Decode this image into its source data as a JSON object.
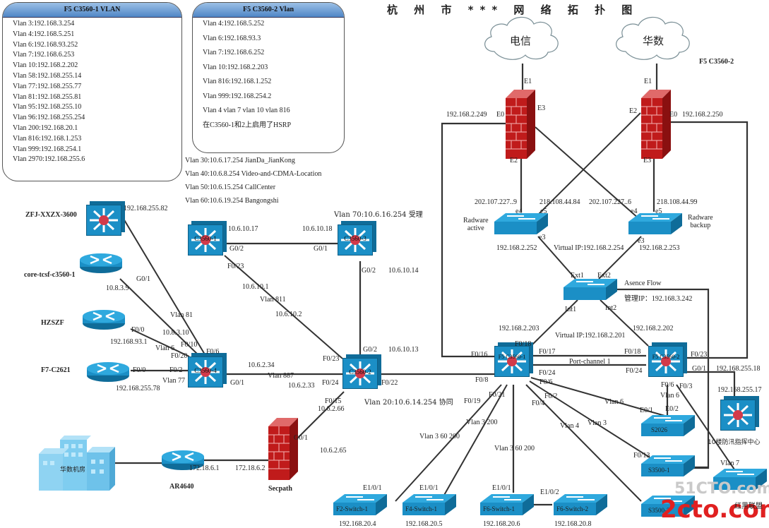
{
  "title": "杭 州 市 *** 网 络 拓 扑 图",
  "vlan_box_1": {
    "header": "F5 C3560-1  VLAN",
    "rows": [
      "Vlan 3:192.168.3.254",
      "Vlan 4:192.168.5.251",
      "Vlan 6:192.168.93.252",
      "Vlan 7:192.168.6.253",
      "Vlan 10:192.168.2.202",
      "Vlan 58:192.168.255.14",
      "Vlan 77:192.168.255.77",
      "Vlan 81:192.168.255.81",
      "Vlan 95:192.168.255.10",
      "Vlan 96:192.168.255.254",
      "Vlan 200:192.168.20.1",
      "Vlan 816:192.168.1.253",
      "Vlan 999:192.168.254.1",
      "Vlan 2970:192.168.255.6"
    ]
  },
  "vlan_box_2": {
    "header": "F5 C3560-2 Vlan",
    "rows": [
      "Vlan 4:192.168.5.252",
      "Vlan 6:192.168.93.3",
      "Vlan 7:192.168.6.252",
      "Vlan 10:192.168.2.203",
      "Vlan 816:192.168.1.252",
      "Vlan 999:192.168.254.2",
      "Vlan 4 vlan 7 vlan 10 vlan 816",
      "在C3560-1和2上启用了HSRP"
    ]
  },
  "extra_vlans": [
    "Vlan 30:10.6.17.254 JianDa_JianKong",
    "Vlan 40:10.6.8.254  Video-and-CDMA-Location",
    "Vlan 50:10.6.15.254  CallCenter",
    "Vlan 60:10.6.19.254   Bangongshi"
  ],
  "clouds": {
    "telecom": "电信",
    "huashu": "华数"
  },
  "devices": {
    "zfj": "ZFJ-XXZX-3600",
    "core_tcsf": "core-tcsf-c3560-1",
    "hzszf": "HZSZF",
    "f7": "F7-C2621",
    "c3560_1_left": "C3560-1",
    "c3560_3": "C3560-3",
    "c3560_4": "C3560-4",
    "c3560_2_mid": "C3560-2",
    "f5_c3560_1": "F5 C3560-1",
    "f5_c3560_2": "F5 C3560-2",
    "f5_c3560_2_caption": "F5 C3560-2",
    "radware_active": "Radware\nactive",
    "radware_backup": "Radware\nbackup",
    "asence": "Asence Flow",
    "asence_mgmt": "管理IP：192.168.3.242",
    "ar4640": "AR4640",
    "secpath": "Secpath",
    "datacenter": "华数机房",
    "flood_center": "10楼防汛指挥中心",
    "s2026": "S2026",
    "s3500_1": "S3500-1",
    "s3500_2": "S3500-2",
    "f2": "F2-Switch-1",
    "f4": "F4-Switch-1",
    "f6_1": "F6-Switch-1",
    "f6_2": "F6-Switch-2",
    "watermark_1": "51CTO.com",
    "watermark_2": "2cto.com",
    "watermark_3": "红黑联盟"
  },
  "labels": {
    "fw1_e1": "E1",
    "fw1_e0": "E0",
    "fw1_e3": "E3",
    "fw1_e2": "E2",
    "fw1_ip": "192.168.2.249",
    "fw2_e1": "E1",
    "fw2_e2": "E2",
    "fw2_e0": "E0",
    "fw2_e3": "E3",
    "fw2_ip": "192.168.2.250",
    "ra_e4_ip": "202.107.227..9",
    "ra_e5_ip": "218.108.44.84",
    "rb_e4_ip": "202.107.227..6",
    "rb_e5_ip": "218.108.44.99",
    "ra_e4": "e4",
    "ra_e5": "e5",
    "rb_e4": "e4",
    "rb_e5": "e5",
    "ra_e3": "e3",
    "rb_e3": "e3",
    "ra_ip": "192.168.2.252",
    "rb_ip": "192.168.2.253",
    "radware_vip": "Virtual IP:192.168.2.254",
    "ext1": "Ext1",
    "ext2": "Ext2",
    "int1": "Int1",
    "int2": "Int2",
    "f5_1_ip": "192.168.2.203",
    "f5_2_ip": "192.168.2.202",
    "f5_vip": "Virtual IP:192.168.2.201",
    "f5_1_f018": "F0/18",
    "f5_1_f017": "F0/17",
    "f5_1_f016": "F0/16",
    "f5_1_f08": "F0/8",
    "f5_1_f024": "F0/24",
    "f5_1_f06": "F0/6",
    "f5_1_f02": "F0/2",
    "f5_1_f04": "F0/4",
    "f5_1_f019": "F0/19",
    "f5_1_f021": "F0/21",
    "port_channel": "Port-channel 1",
    "f5_2_f018": "F0/18",
    "f5_2_f024": "F0/24",
    "f5_2_f023": "F0/23",
    "f5_2_g01": "G0/1",
    "f5_2_g01_ip": "192.168.255.18",
    "f5_2_f06": "F0/6",
    "f5_2_f03": "F0/3",
    "flood_ip": "192.168.255.17",
    "vlan6_a": "Vlan 6",
    "vlan6_b": "Vlan 6",
    "vlan3": "Vlan 3",
    "vlan4": "Vlan 4",
    "vlan7": "Vlan 7",
    "s2026_e01": "E0/1",
    "s2026_e02": "E0/2",
    "s3500_f013": "F0/13",
    "vlan_3_60_200_a": "Vlan 3  60  200",
    "vlan_3_200": "Vlan 3   200",
    "vlan_3_60_200_b": "Vlan 3  60  200",
    "f2_e101": "E1/0/1",
    "f4_e101": "E1/0/1",
    "f6_e101": "E1/0/1",
    "f6_e102": "E1/0/2",
    "f2_ip": "192.168.20.4",
    "f4_ip": "192.168.20.5",
    "f6_1_ip": "192.168.20.6",
    "f6_2_ip": "192.168.20.8",
    "zfj_ip": "192.168.255.82",
    "core_ip": "10.8.3.9",
    "core_g01": "G0/1",
    "vlan81": "Vlan 81",
    "c4_ip_core": "10.8.3.10",
    "c4_f010": "F0/10",
    "c4_f06": "F0/6",
    "hz_f00": "F0/0",
    "hz_ip": "192.168.93.1",
    "vlan6_c": "Vlan 6",
    "c4_f020": "F0/20",
    "f7_f00": "F0/0",
    "c4_f02": "F0/2",
    "vlan77": "Vlan 77",
    "f7_ip": "192.168.255.78",
    "c1_ip": "10.6.10.17",
    "c1_g02": "G0/2",
    "c3_ip": "10.6.10.18",
    "c3_g01": "G0/1",
    "vlan70": "Vlan 70:10.6.16.254 受理",
    "c1_f023": "F0/23",
    "c1_ip2": "10.6.10.1",
    "vlan811": "Vlan 811",
    "c2_ip_811": "10.6.10.2",
    "c3_g02": "G0/2",
    "c3_ip2": "10.6.10.14",
    "c2_g02": "G0/2",
    "c2_ip_g02": "10.6.10.13",
    "c4_ip_887": "10.6.2.34",
    "c4_g01": "G0/1",
    "vlan887": "Vlan 887",
    "c2_ip_887": "10.6.2.33",
    "c2_f023": "F0/23",
    "c2_f024": "F0/24",
    "c2_f022": "F0/22",
    "c2_f015": "F0/15",
    "c2_ip_sec": "10.6.2.66",
    "vlan20": "Vlan 20:10.6.14.254 协同",
    "sec_g01": "G0/1",
    "sec_ip": "10.6.2.65",
    "ar_ip": "172.18.6.1",
    "sec_ip2": "172.18.6.2"
  }
}
